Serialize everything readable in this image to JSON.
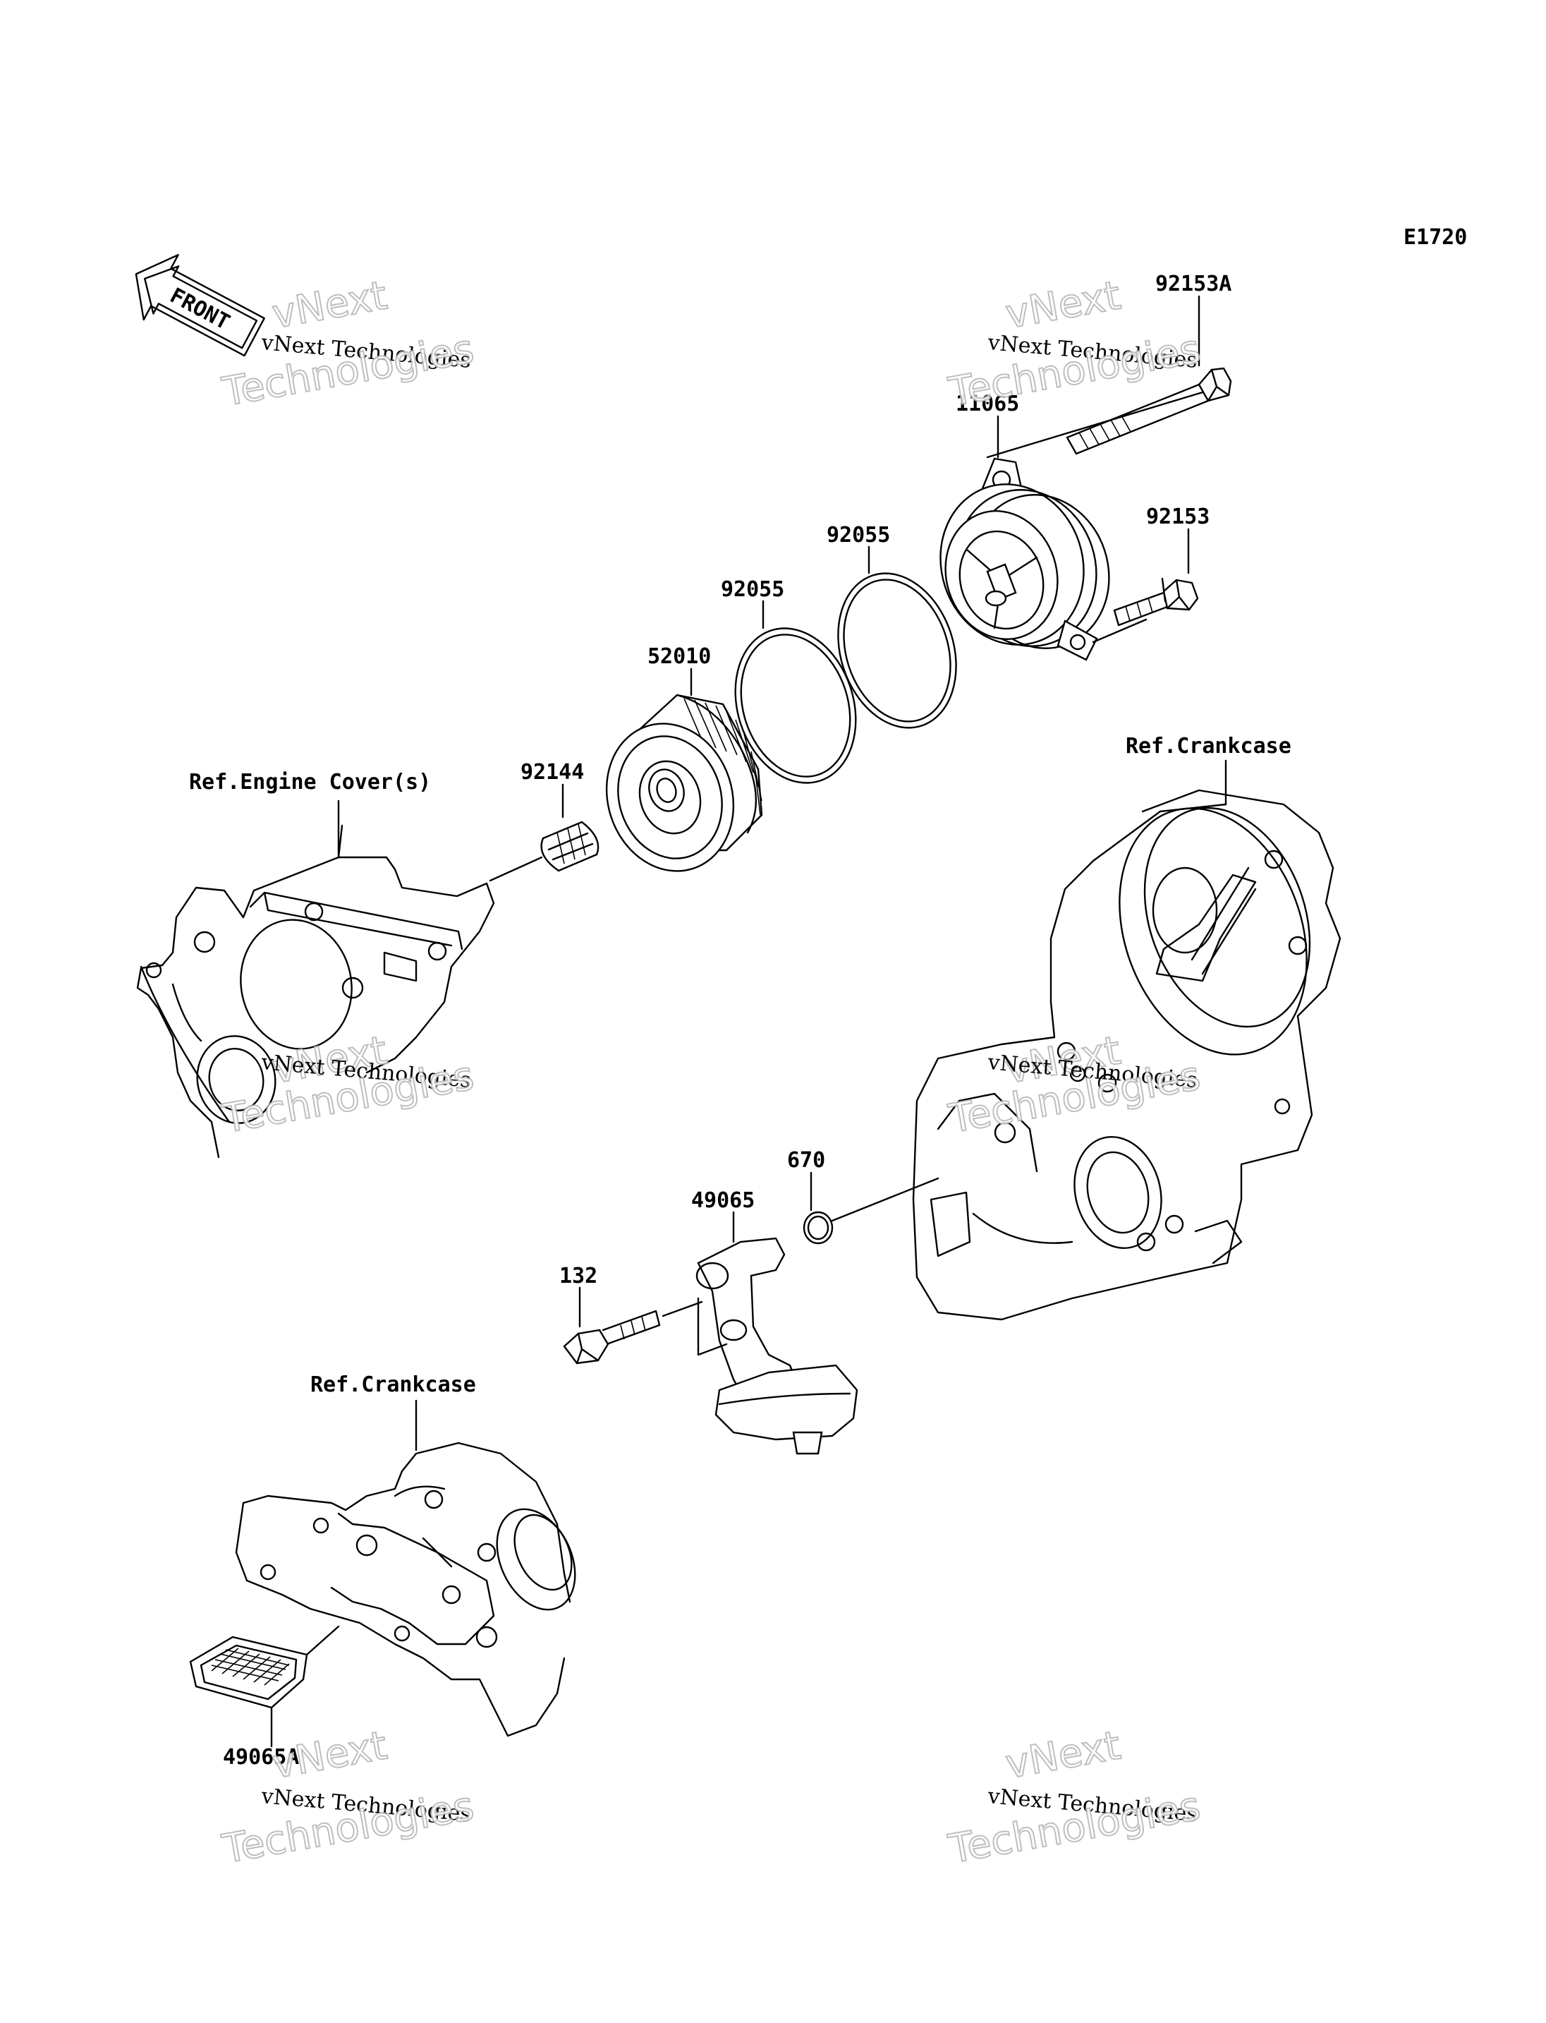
{
  "diagram_code": "E1720",
  "front_label": "FRONT",
  "watermark": {
    "line1": "vNext",
    "line2": "vNext Technologies",
    "line3": "Technologies"
  },
  "part_labels": {
    "p92153A": "92153A",
    "p11065": "11065",
    "p92153": "92153",
    "p92055_a": "92055",
    "p92055_b": "92055",
    "p52010": "52010",
    "p92144": "92144",
    "p670": "670",
    "p49065": "49065",
    "p132": "132",
    "p49065A": "49065A"
  },
  "reference_labels": {
    "engine_cover": "Ref.Engine Cover(s)",
    "crankcase_right": "Ref.Crankcase",
    "crankcase_lower": "Ref.Crankcase"
  }
}
